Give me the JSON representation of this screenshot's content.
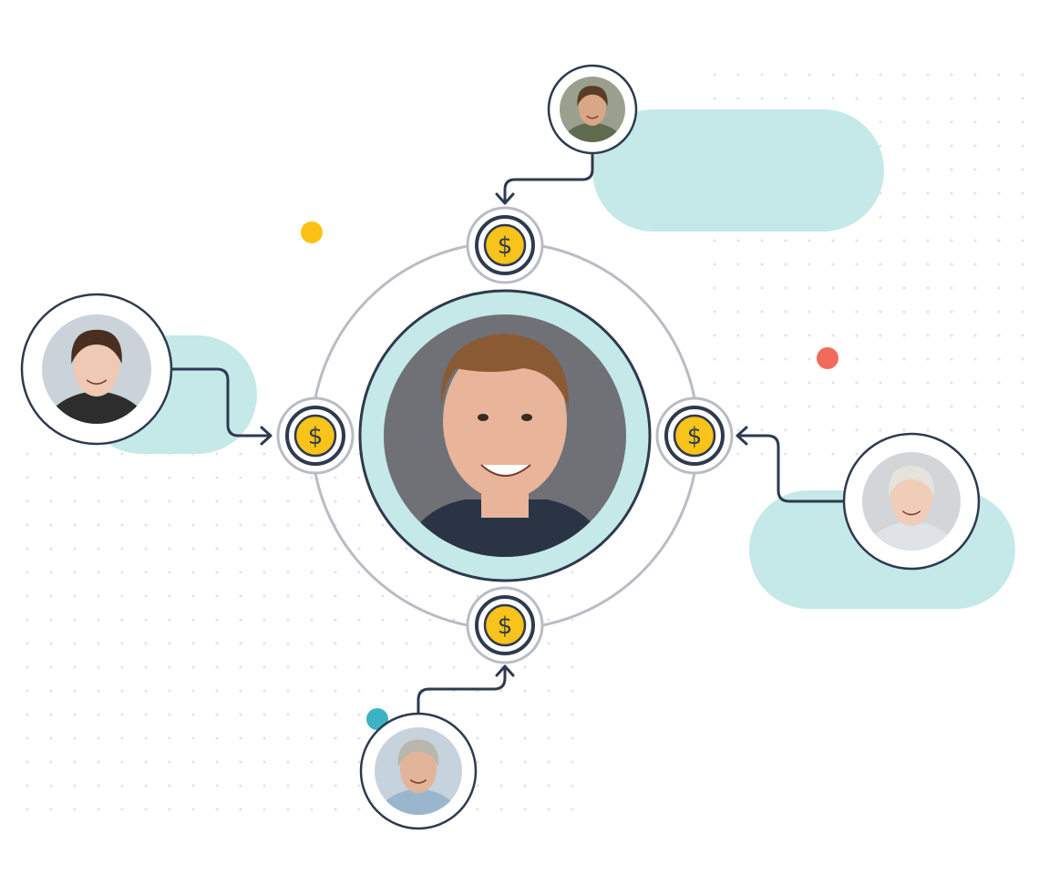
{
  "diagram": {
    "colors": {
      "background": "#ffffff",
      "dots": "#dfe3e8",
      "pill": "#c4e9e8",
      "orbit": "#b9bcc4",
      "stroke": "#2e3a4f",
      "coin": "#f8c31a",
      "coin_ring": "#ffffff",
      "accent_yellow": "#fbc215",
      "accent_red": "#f26a5b",
      "accent_teal": "#3bb3c3"
    },
    "center_person": {
      "name": "central-person-avatar",
      "skin": "#e8b49a",
      "hair": "#8a5a34",
      "shirt": "#2a3445",
      "backdrop": "#6f7176"
    },
    "coins": [
      {
        "name": "coin-top",
        "symbol": "$"
      },
      {
        "name": "coin-left",
        "symbol": "$"
      },
      {
        "name": "coin-right",
        "symbol": "$"
      },
      {
        "name": "coin-bottom",
        "symbol": "$"
      }
    ],
    "people": [
      {
        "name": "person-top",
        "skin": "#d9a686",
        "hair": "#5b3c25",
        "shirt": "#5f6b4f",
        "backdrop": "#9aa08e"
      },
      {
        "name": "person-left",
        "skin": "#efc9b3",
        "hair": "#4a2e1f",
        "shirt": "#2d2d2d",
        "backdrop": "#c9d3d9"
      },
      {
        "name": "person-right",
        "skin": "#f0cdb8",
        "hair": "#e6e3dd",
        "shirt": "#dfe2e6",
        "backdrop": "#d2d6d8"
      },
      {
        "name": "person-bottom",
        "skin": "#e2b59a",
        "hair": "#b9b6b0",
        "shirt": "#9ab6cf",
        "backdrop": "#c7d3dc"
      }
    ]
  }
}
